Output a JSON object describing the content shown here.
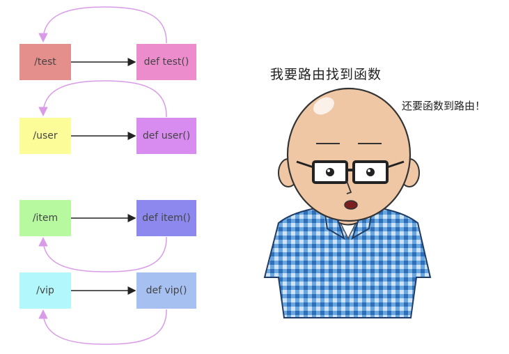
{
  "pairs": [
    {
      "route": "/test",
      "function": "def test()",
      "route_color": "#e58f8c",
      "function_color": "#ec8ccd"
    },
    {
      "route": "/user",
      "function": "def user()",
      "route_color": "#fcfd99",
      "function_color": "#d88cf0"
    },
    {
      "route": "/item",
      "function": "def item()",
      "route_color": "#b6f99f",
      "function_color": "#8c88ee"
    },
    {
      "route": "/vip",
      "function": "def vip()",
      "route_color": "#b2f7fb",
      "function_color": "#a6c0f2"
    }
  ],
  "speech": {
    "line1": "我要路由找到函数",
    "line2": "还要函数到路由！"
  },
  "colors": {
    "loop_arc": "#d99be8",
    "arrow": "#222222",
    "shirt": "#4a8fd6",
    "skin": "#f0c7a4"
  }
}
